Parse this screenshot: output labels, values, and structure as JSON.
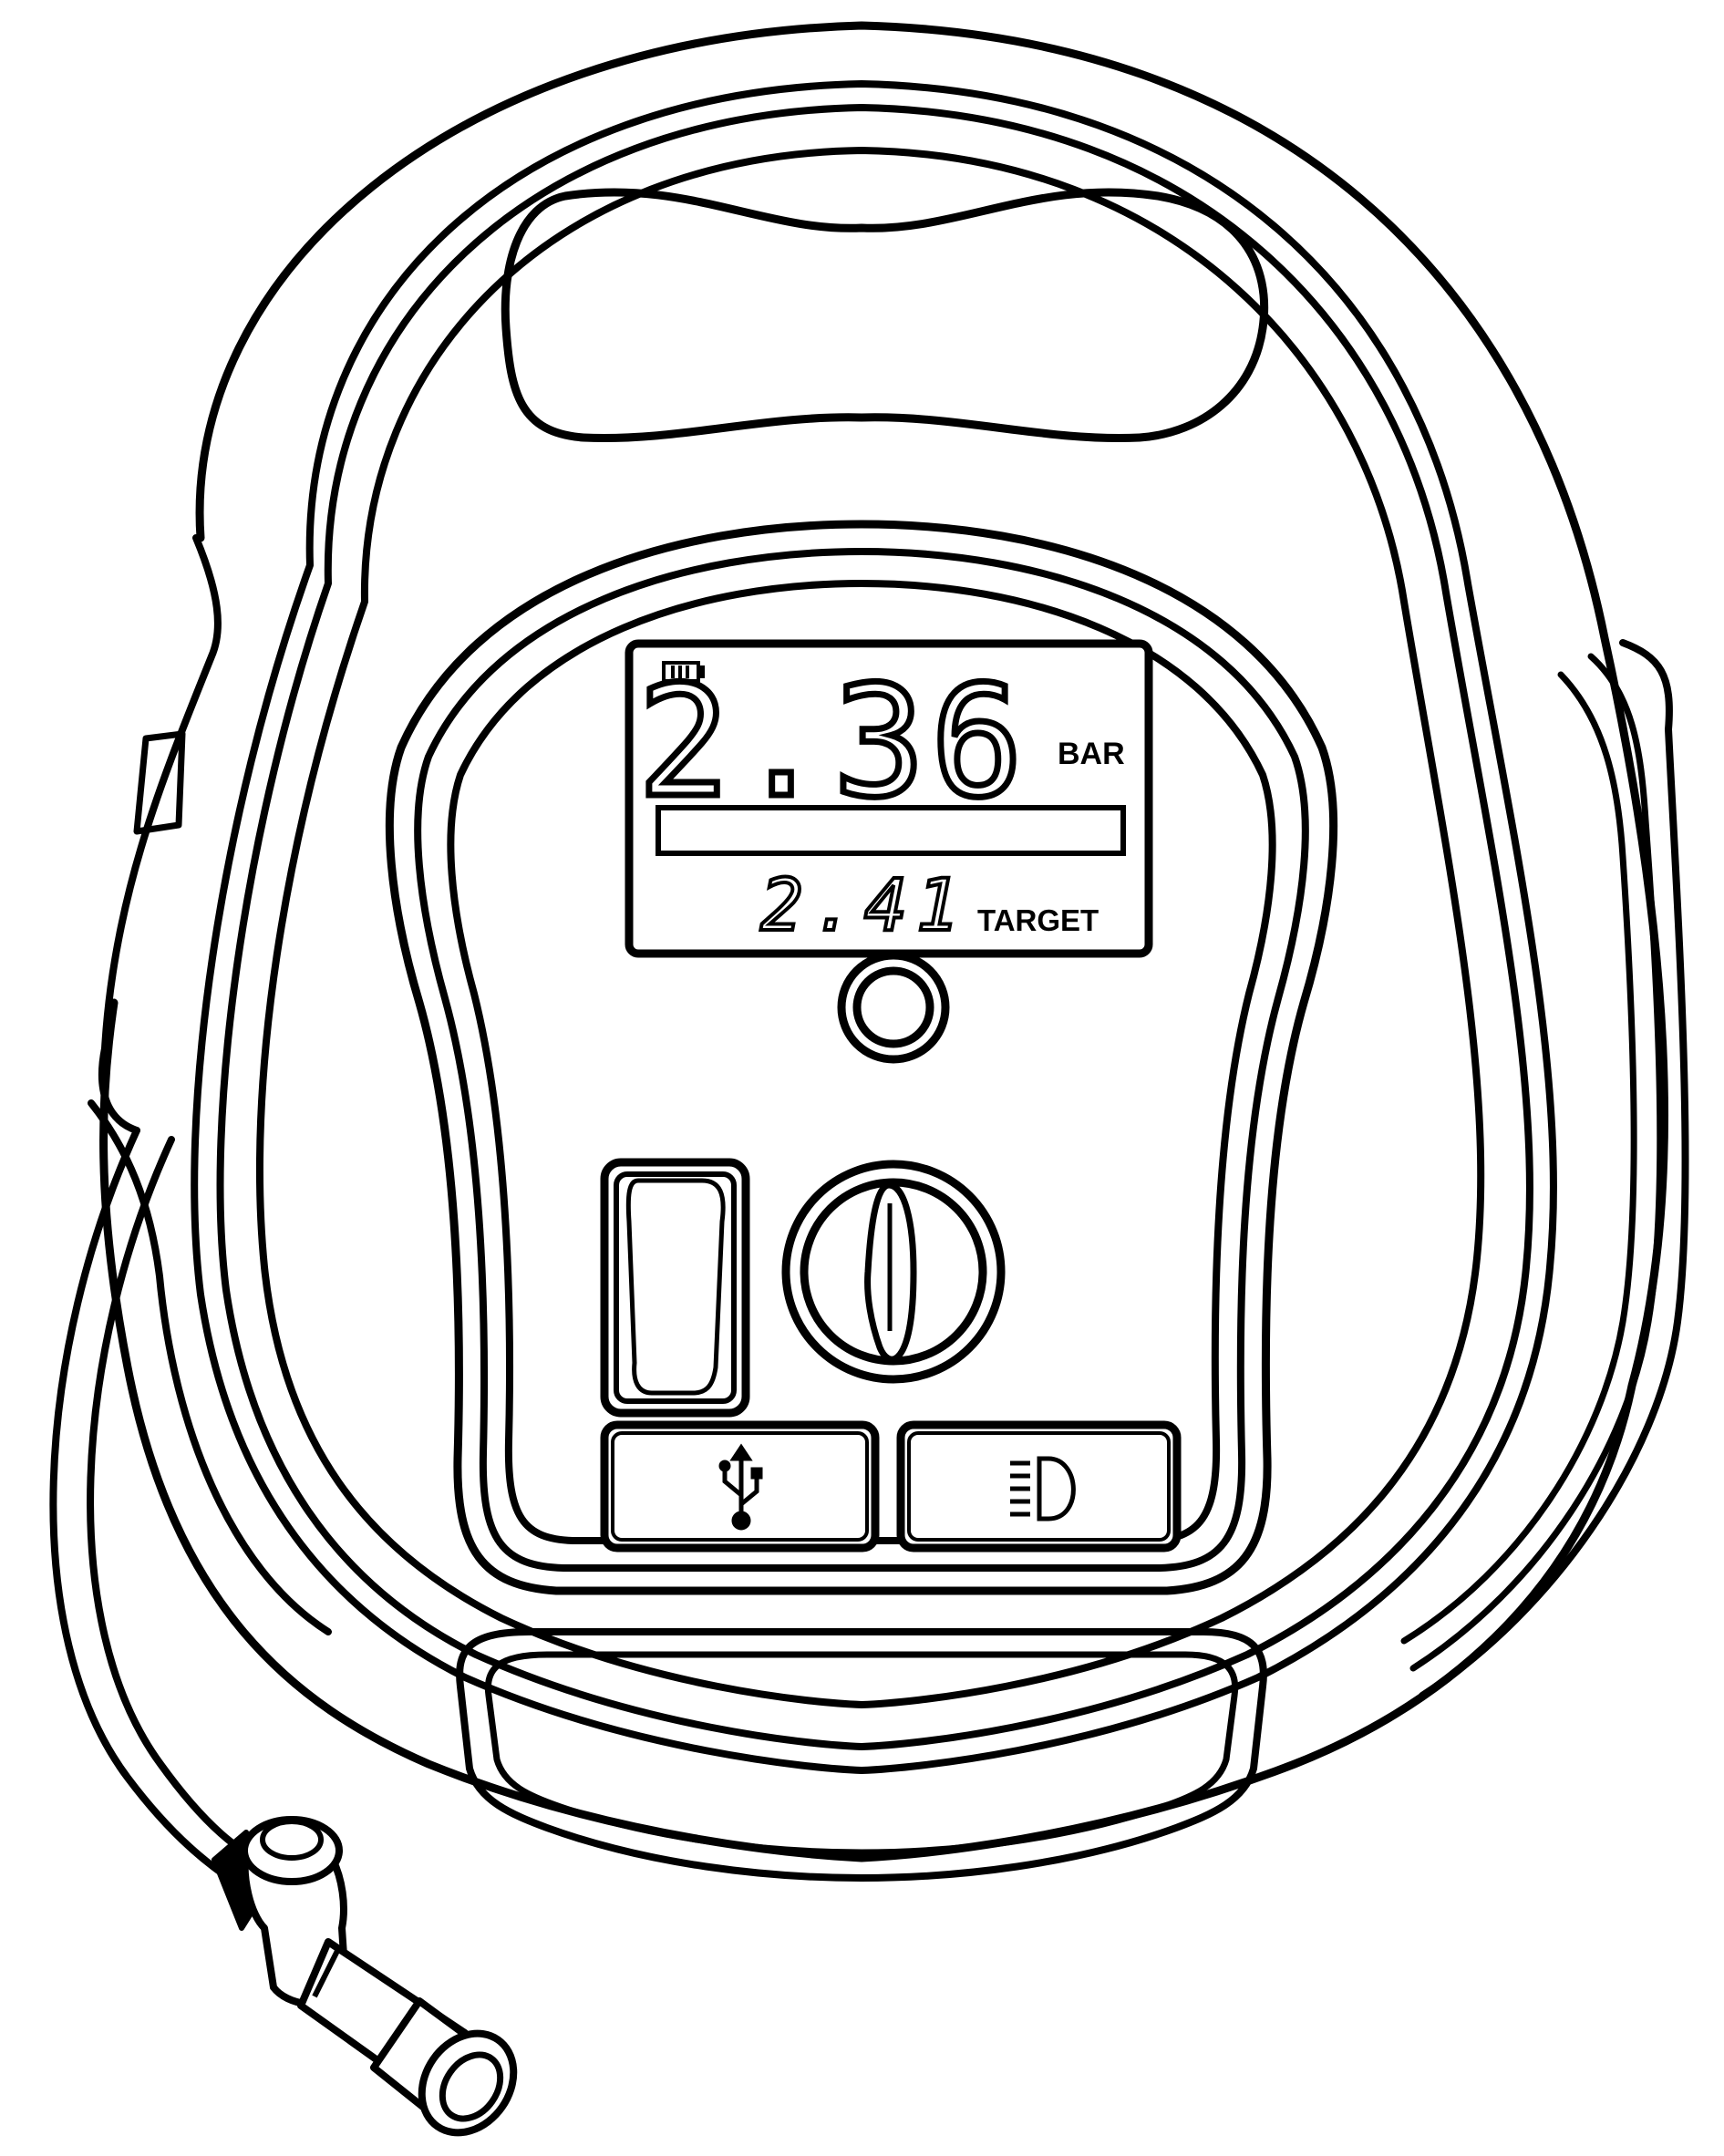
{
  "device": {
    "display": {
      "battery_icon": "battery-icon",
      "current_pressure": "2.36",
      "unit": "BAR",
      "progress": 0,
      "target_pressure": "2.41",
      "target_label": "TARGET"
    },
    "controls": {
      "set_button_icon": "round-button-icon",
      "power_switch_icon": "rocker-switch-icon",
      "dial_icon": "rotary-dial-icon",
      "usb_button_icon": "usb-icon",
      "light_button_icon": "headlight-icon"
    },
    "colors": {
      "line": "#000000",
      "fill": "#ffffff"
    }
  }
}
